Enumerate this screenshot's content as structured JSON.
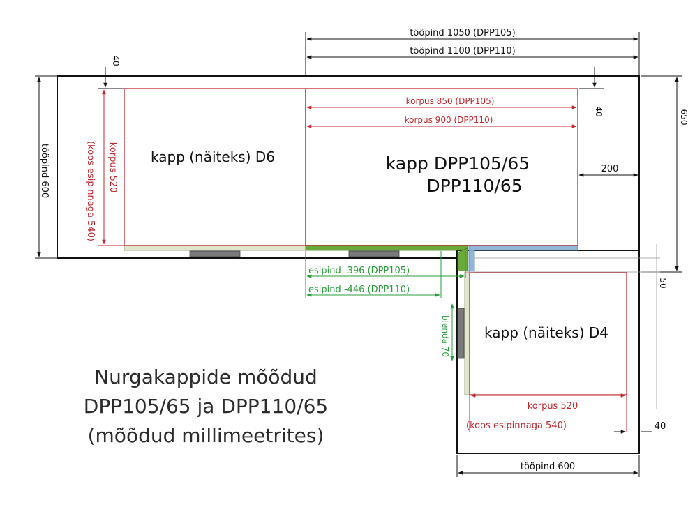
{
  "dimensions": {
    "top_1050": "tööpind 1050 (DPP105)",
    "top_1100": "tööpind 1100 (DPP110)",
    "top_40": "40",
    "right_40": "40",
    "right_650": "650",
    "left_600": "tööpind 600",
    "korpus_520": "korpus 520",
    "koos_540": "(koos esipinnaga 540)",
    "korpus_850": "korpus 850 (DPP105)",
    "korpus_900": "korpus 900 (DPP110)",
    "dim_200": "200",
    "esipind_396": "esipind -396 (DPP105)",
    "esipind_446": "esipind -446 (DPP110)",
    "blenda_70": "blenda 70",
    "dim_50": "50",
    "korpus_520_bottom": "korpus 520",
    "koos_540_bottom": "(koos esipinnaga 540)",
    "bottom_40": "40",
    "bottom_600": "tööpind 600"
  },
  "labels": {
    "cabinet_d6": "kapp (näiteks) D6",
    "cabinet_main_line1": "kapp  DPP105/65",
    "cabinet_main_line2": "DPP110/65",
    "cabinet_d4": "kapp (näiteks) D4"
  },
  "title": {
    "line1": "Nurgakappide mõõdud",
    "line2": "DPP105/65 ja DPP110/65",
    "line3": "(mõõdud millimeetrites)"
  },
  "colors": {
    "worktop_outline": "#111111",
    "korpus_red": "#c0282e",
    "esipind_green": "#2a9d3a",
    "front_green": "#6aaa3a",
    "front_light": "#dfe6cc",
    "front_blue": "#8fb8d8",
    "handle_gray": "#7a7a7a"
  }
}
